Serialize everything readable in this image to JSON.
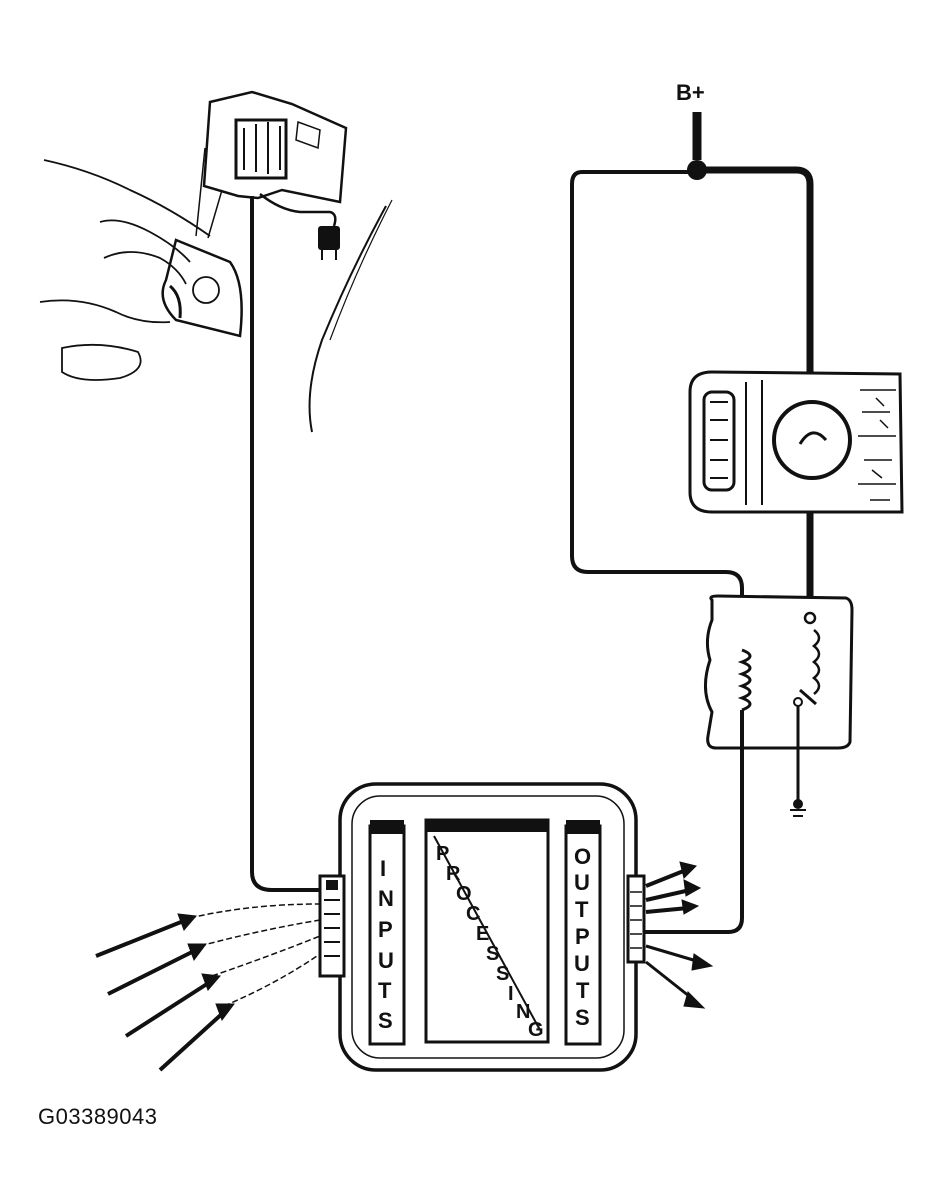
{
  "labels": {
    "supply": "B+",
    "inputs": [
      "I",
      "N",
      "P",
      "U",
      "T",
      "S"
    ],
    "processing": [
      "P",
      "R",
      "O",
      "C",
      "E",
      "S",
      "S",
      "I",
      "N",
      "G"
    ],
    "outputs": [
      "O",
      "U",
      "T",
      "P",
      "U",
      "T",
      "S"
    ]
  },
  "figure_id": "G03389043",
  "colors": {
    "ink": "#111111",
    "paper": "#ffffff"
  }
}
